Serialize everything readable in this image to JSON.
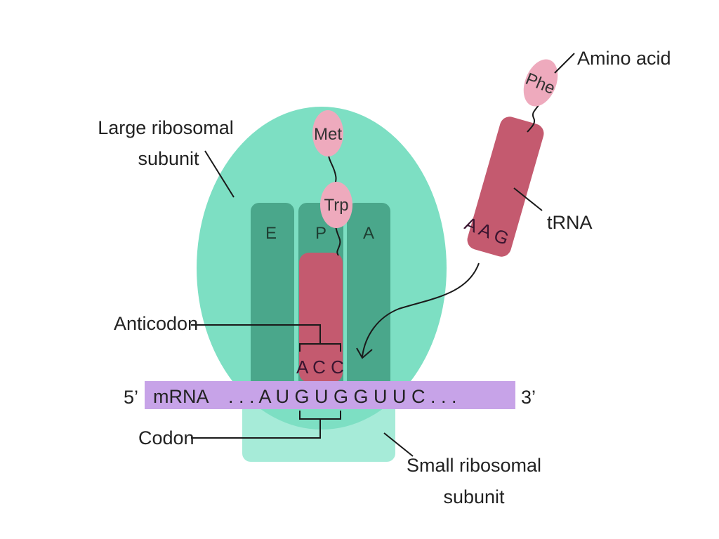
{
  "colors": {
    "large_subunit": "#7ddfc3",
    "small_subunit": "#a6ebd8",
    "site_column": "#4aa78b",
    "trna": "#c45a6f",
    "amino_acid": "#eeaabd",
    "mrna": "#c7a3e8"
  },
  "labels": {
    "large_subunit": [
      "Large ribosomal",
      "subunit"
    ],
    "small_subunit": [
      "Small ribosomal",
      "subunit"
    ],
    "amino_acid": "Amino acid",
    "trna": "tRNA",
    "anticodon": "Anticodon",
    "codon": "Codon",
    "five_prime": "5’",
    "three_prime": "3’"
  },
  "sites": [
    "E",
    "P",
    "A"
  ],
  "amino_acids": {
    "met": "Met",
    "trp": "Trp",
    "phe": "Phe"
  },
  "ribosome_trna_anticodon": "A C C",
  "incoming_trna_anticodon": "A A G",
  "mrna": {
    "label": "mRNA",
    "sequence": ". . . A U G U G G U U C . . ."
  }
}
